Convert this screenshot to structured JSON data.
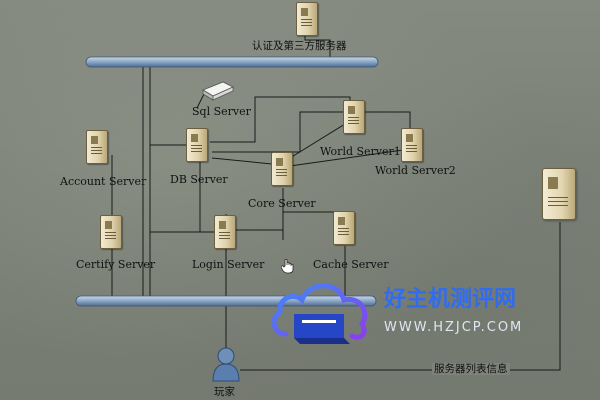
{
  "diagram": {
    "top_server_label": "认证及第三方服务器",
    "servers": {
      "sql": "Sql Server",
      "account": "Account Server",
      "db": "DB Server",
      "core": "Core Server",
      "world1": "World Server1",
      "world2": "World Server2",
      "certify": "Certify Server",
      "login": "Login Server",
      "cache": "Cache Server"
    },
    "player_label": "玩家",
    "server_list_label": "服务器列表信息"
  },
  "watermark": {
    "title": "好主机测评网",
    "url": "WWW.HZJCP.COM"
  },
  "colors": {
    "bus": "#8aa6c4",
    "wire": "#1a1a1a",
    "watermark_blue": "#2f6cf0"
  }
}
